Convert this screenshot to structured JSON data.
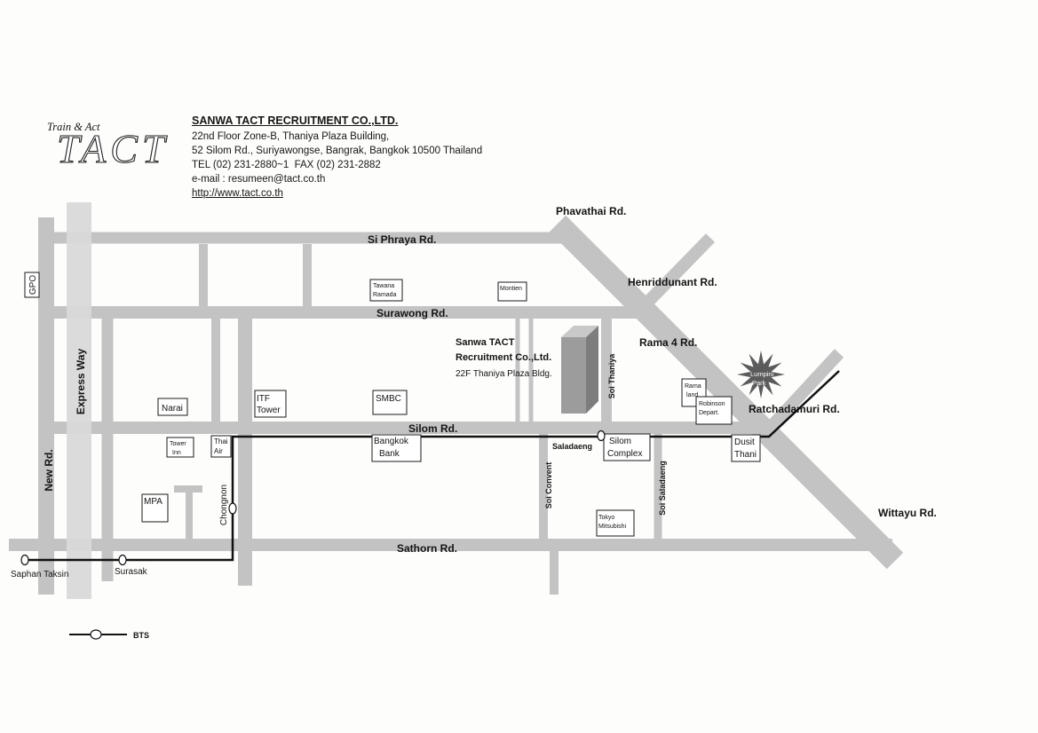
{
  "logo": {
    "tagline": "Train & Act",
    "wordmark": "TACT"
  },
  "company": {
    "name": "SANWA TACT RECRUITMENT CO.,LTD.",
    "address_line1": "22nd Floor Zone-B, Thaniya Plaza Building,",
    "address_line2": "52 Silom Rd., Suriyawongse, Bangrak, Bangkok 10500 Thailand",
    "phone_fax": "TEL (02) 231-2880~1  FAX (02) 231-2882",
    "email": "e-mail : resumeen@tact.co.th",
    "website": "http://www.tact.co.th"
  },
  "roads": {
    "si_phraya": "Si Phraya Rd.",
    "surawong": "Surawong Rd.",
    "silom": "Silom Rd.",
    "sathorn": "Sathorn Rd.",
    "new_rd": "New Rd.",
    "express_way": "Express Way",
    "phavathai": "Phavathai Rd.",
    "henriddunant": "Henriddunant Rd.",
    "rama4": "Rama 4 Rd.",
    "ratchadamuri": "Ratchadamuri Rd.",
    "wittayu": "Wittayu Rd.",
    "soi_thaniya": "Soi Thaniya",
    "soi_convent": "Soi Convent",
    "soi_saladaeng": "Soi Saladaeng"
  },
  "landmarks": {
    "gpo": "GPO",
    "tawana_ramada": [
      "Tawana",
      "Ramada"
    ],
    "montien": "Montien",
    "narai": "Narai",
    "itf_tower": [
      "ITF",
      "Tower"
    ],
    "smbc": "SMBC",
    "bangkok_bank": [
      "Bangkok",
      "Bank"
    ],
    "tower_inn": [
      "Tower",
      "Inn"
    ],
    "thai_air": [
      "Thai",
      "Air"
    ],
    "mpa": "MPA",
    "silom_complex": [
      "Silom",
      "Complex"
    ],
    "tokyo_mitsubishi": [
      "Tokyo",
      "Mitsubishi"
    ],
    "rama_land": [
      "Rama",
      "land"
    ],
    "robinson": [
      "Robinson",
      "Depart."
    ],
    "dusit_thani": [
      "Dusit",
      "Thani"
    ],
    "lumpini_park": [
      "Lumpini",
      "Park"
    ]
  },
  "office": {
    "name_line1": "Sanwa TACT",
    "name_line2": "Recruitment Co.,Ltd.",
    "floor": "22F Thaniya Plaza Bldg."
  },
  "bts": {
    "stations": {
      "saphan_taksin": "Saphan Taksin",
      "surasak": "Surasak",
      "chongnon": "Chongnon",
      "saladaeng": "Saladaeng"
    },
    "legend_label": "BTS"
  },
  "colors": {
    "road": "#c3c3c3",
    "expressway": "#d9d9d9",
    "bts_line": "#111111",
    "office_building": "#9c9c9c",
    "lumpini_park": "#5b5b5b"
  }
}
